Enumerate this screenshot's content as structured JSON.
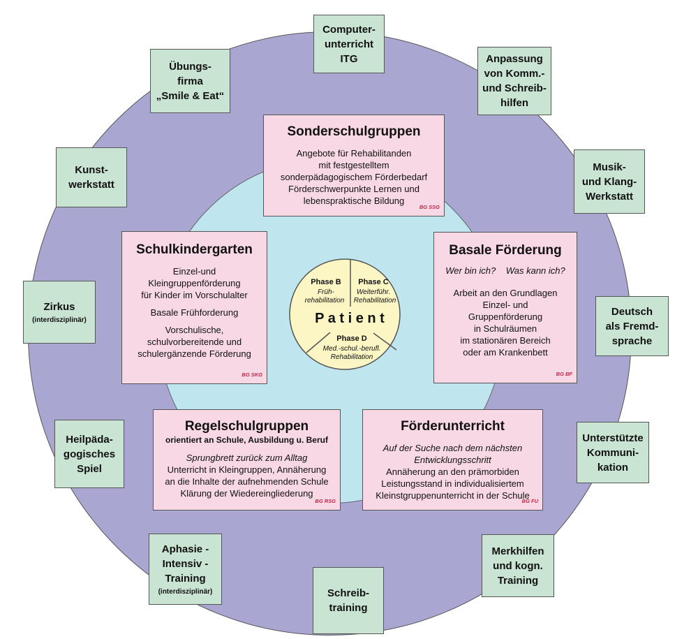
{
  "outer_items": [
    {
      "id": "computer",
      "text": "Computer-\nunterricht\nITG",
      "sub": ""
    },
    {
      "id": "anpassung",
      "text": "Anpassung\nvon Komm.-\nund Schreib-\nhilfen",
      "sub": ""
    },
    {
      "id": "musik",
      "text": "Musik-\nund Klang-\nWerkstatt",
      "sub": ""
    },
    {
      "id": "deutsch",
      "text": "Deutsch\nals Fremd-\nsprache",
      "sub": ""
    },
    {
      "id": "uk",
      "text": "Unterstützte\nKommuni-\nkation",
      "sub": ""
    },
    {
      "id": "merkhilfen",
      "text": "Merkhilfen\nund kogn.\nTraining",
      "sub": ""
    },
    {
      "id": "schreib",
      "text": "Schreib-\ntraining",
      "sub": ""
    },
    {
      "id": "aphasie",
      "text": "Aphasie -\nIntensiv -\nTraining",
      "sub": "(interdisziplinär)"
    },
    {
      "id": "heilpaed",
      "text": "Heilpäda-\ngogisches\nSpiel",
      "sub": ""
    },
    {
      "id": "zirkus",
      "text": "Zirkus",
      "sub": "(interdisziplinär)"
    },
    {
      "id": "kunst",
      "text": "Kunst-\nwerkstatt",
      "sub": ""
    },
    {
      "id": "uebung",
      "text": "Übungs-\nfirma\n„Smile & Eat“",
      "sub": ""
    }
  ],
  "boxes": {
    "sonder": {
      "title": "Sonderschulgruppen",
      "body": "Angebote für Rehabilitanden\nmit festgestelltem\nsonderpädagogischem  Förderbedarf\nFörderschwerpunkte Lernen und\nlebenspraktische Bildung",
      "tag": "BG SSG"
    },
    "kita": {
      "title": "Schulkindergarten",
      "p1": "Einzel-und\nKleingruppenförderung\nfür Kinder im Vorschulalter",
      "p2": "Basale Frühforderung",
      "p3": "Vorschulische,\nschulvorbereitende und\nschulergänzende Förderung",
      "tag": "BG SKG"
    },
    "basal": {
      "title": "Basale Förderung",
      "q1": "Wer bin ich?",
      "q2": "Was kann ich?",
      "body": "Arbeit an den Grundlagen\nEinzel- und\nGruppenförderung\nin Schulräumen\nim stationären Bereich\noder am Krankenbett",
      "tag": "BG BF"
    },
    "regel": {
      "title": "Regelschulgruppen",
      "subtitle": "orientiert an Schule, Ausbildung u. Beruf",
      "lead": "Sprungbrett zurück zum Alltag",
      "body": "Unterricht in Kleingruppen, Annäherung\nan die Inhalte der aufnehmenden Schule\nKlärung der Wiedereingliederung",
      "tag": "BG RSG"
    },
    "foerder": {
      "title": "Förderunterricht",
      "lead": "Auf der Suche nach dem nächsten\nEntwicklungsschritt",
      "body": "Annäherung an den prämorbiden\nLeistungsstand in individualisiertem\nKleinstgruppenunterricht in der Schule",
      "tag": "BG FU"
    }
  },
  "patient": {
    "label": "P a t i e n t",
    "phase_b": {
      "title": "Phase B",
      "l1": "Früh-",
      "l2": "rehabilitation"
    },
    "phase_c": {
      "title": "Phase C",
      "l1": "Weiterführ.",
      "l2": "Rehabilitation"
    },
    "phase_d": {
      "title": "Phase D",
      "l1": "Med.-schul.-berufl.",
      "l2": "Rehabilitation"
    }
  },
  "colors": {
    "outer": "#a9a7d2",
    "inner": "#bfe6ef",
    "green": "#c9e4d3",
    "pink": "#f8d8e4",
    "center": "#fbf6c4",
    "tag": "#c0264a"
  }
}
